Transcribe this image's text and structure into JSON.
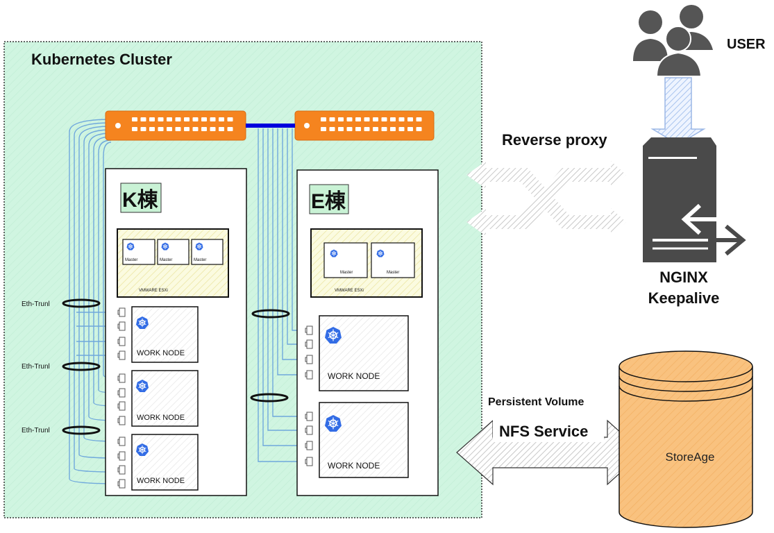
{
  "cluster": {
    "title": "Kubernetes Cluster"
  },
  "buildings": {
    "k": {
      "label": "K棟",
      "esxi_label": "VMWARE ESXi",
      "master_label": "Master",
      "work_label": "WORK NODE"
    },
    "e": {
      "label": "E棟",
      "esxi_label": "VMWARE ESXi",
      "master_label": "Master",
      "work_label": "WORK NODE"
    }
  },
  "trunks": [
    "Eth-Trunl",
    "Eth-Trunl",
    "Eth-Trunl"
  ],
  "user": {
    "label": "USER"
  },
  "proxy": {
    "label": "Reverse proxy"
  },
  "nginx": {
    "line1": "NGINX",
    "line2": "Keepalive"
  },
  "storage": {
    "pv_label": "Persistent Volume",
    "nfs_label": "NFS Service",
    "store_label": "StoreAge"
  },
  "colors": {
    "cluster_bg": "#d0f5e1",
    "switch": "#f5841f",
    "link_blue": "#0000dd",
    "cable_blue": "#6fa8dc",
    "k8s_blue": "#326ce5",
    "esxi_bg": "#fbfbe0",
    "storage_fill": "#f9c27f",
    "server": "#4a4a4a"
  }
}
